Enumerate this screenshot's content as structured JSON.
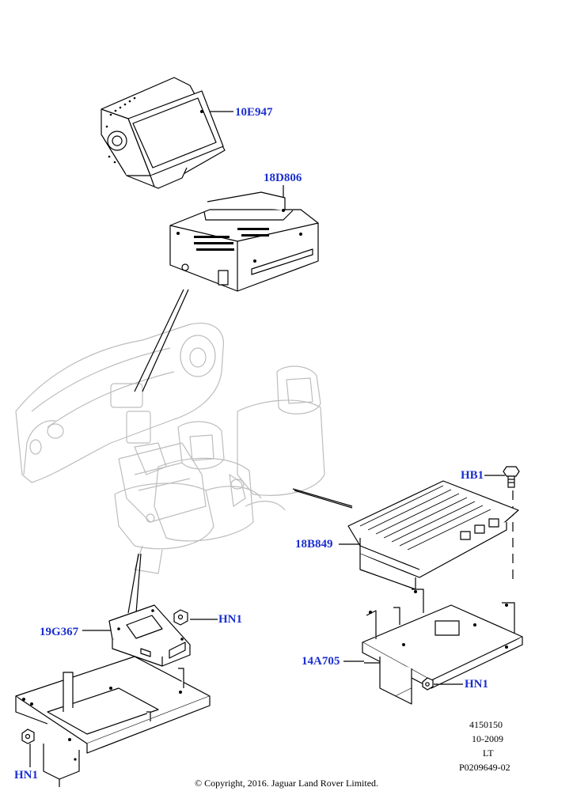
{
  "callouts": {
    "display_unit": "10E947",
    "radio_unit": "18D806",
    "bolt_top": "HB1",
    "amplifier": "18B849",
    "module_left": "19G367",
    "nut_left_top": "HN1",
    "bracket_right": "14A705",
    "nut_right": "HN1",
    "nut_left_bottom": "HN1"
  },
  "reference": {
    "number": "4150150",
    "date": "10-2009",
    "code": "LT",
    "part_ref": "P0209649-02"
  },
  "copyright": "© Copyright, 2016. Jaguar Land Rover Limited.",
  "colors": {
    "callout_text": "#1b2fcf",
    "line_art": "#000000",
    "background_art": "#bdbdbd"
  }
}
